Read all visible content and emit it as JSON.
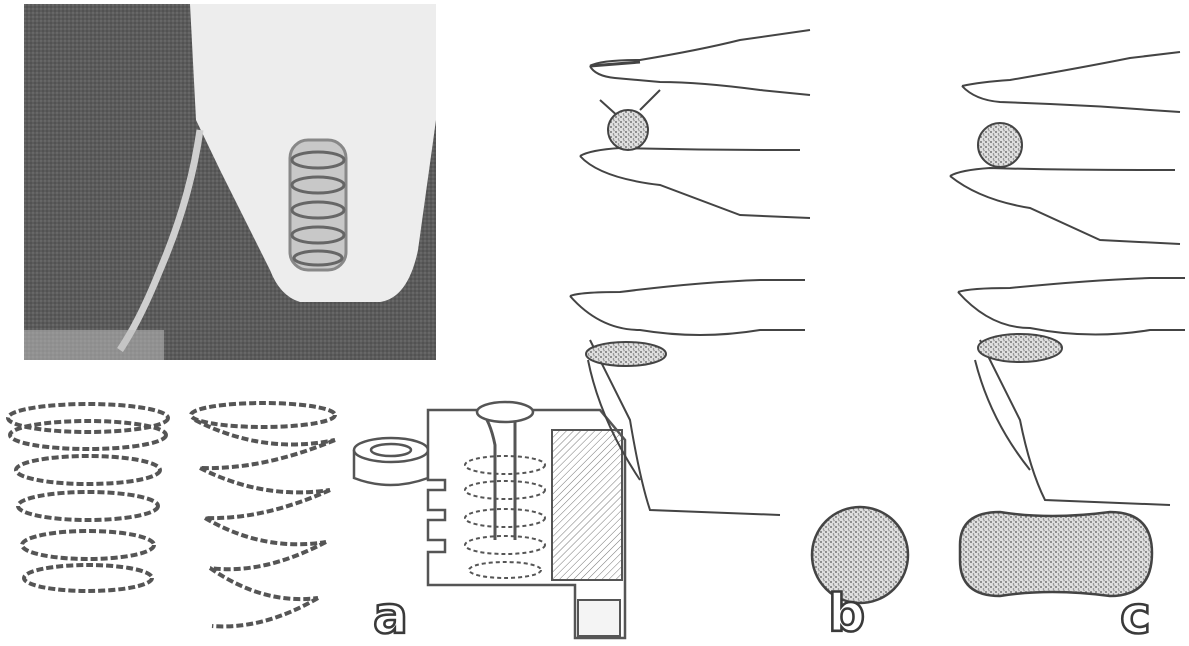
{
  "figure": {
    "panel_labels": {
      "a": "a",
      "b": "b",
      "c": "c"
    },
    "panels": {
      "a": {
        "photo": "wax-model-spring-in-cast-block",
        "drawings": [
          "coil-spring-cylindrical",
          "coil-spring-loose",
          "spring-mold-cutaway",
          "wax-ring"
        ]
      },
      "b": {
        "drawings": [
          "fingers-holding-sphere",
          "fingers-squeezing-disc",
          "sphere-cross-section"
        ]
      },
      "c": {
        "drawings": [
          "fingers-holding-sphere",
          "fingers-squeezing-disc",
          "flattened-cross-section"
        ]
      }
    },
    "colors": {
      "ink": "#3a3a3a",
      "photo_dark": "#4a4a4a",
      "photo_light": "#e8e8e8"
    }
  }
}
